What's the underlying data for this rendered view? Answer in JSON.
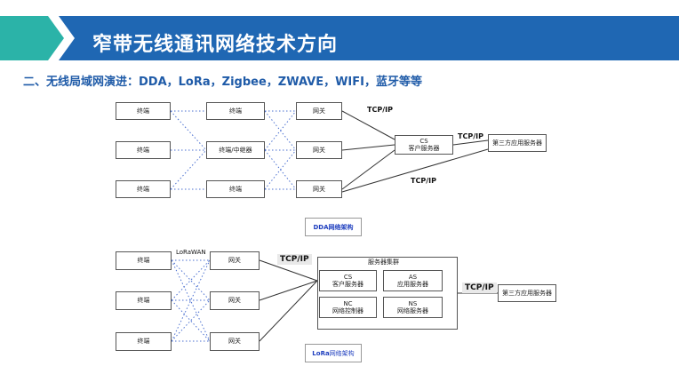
{
  "header": {
    "title": "窄带无线通讯网络技术方向",
    "colors": {
      "teal": "#2bb3a8",
      "blue": "#1f67b3"
    }
  },
  "subtitle": "二、无线局域网演进：DDA，LoRa，Zigbee，ZWAVE，WIFI，蓝牙等等",
  "dda": {
    "terminal": "终端",
    "relay": "终端/中继器",
    "gateway": "网关",
    "tcpip": "TCP/IP",
    "cs_line1": "CS",
    "cs_line2": "客户服务器",
    "third_party": "第三方应用服务器",
    "caption": "DDA网络架构"
  },
  "lora": {
    "terminal": "终端",
    "gateway": "网关",
    "lorawan": "LoRaWAN",
    "tcpip": "TCP/IP",
    "cluster_title": "服务器集群",
    "cs_line1": "CS",
    "cs_line2": "客户服务器",
    "as_line1": "AS",
    "as_line2": "应用服务器",
    "nc_line1": "NC",
    "nc_line2": "网络控制器",
    "ns_line1": "NS",
    "ns_line2": "网络服务器",
    "third_party": "第三方应用服务器",
    "caption_bold": "LoRa",
    "caption_rest": "网络架构"
  }
}
